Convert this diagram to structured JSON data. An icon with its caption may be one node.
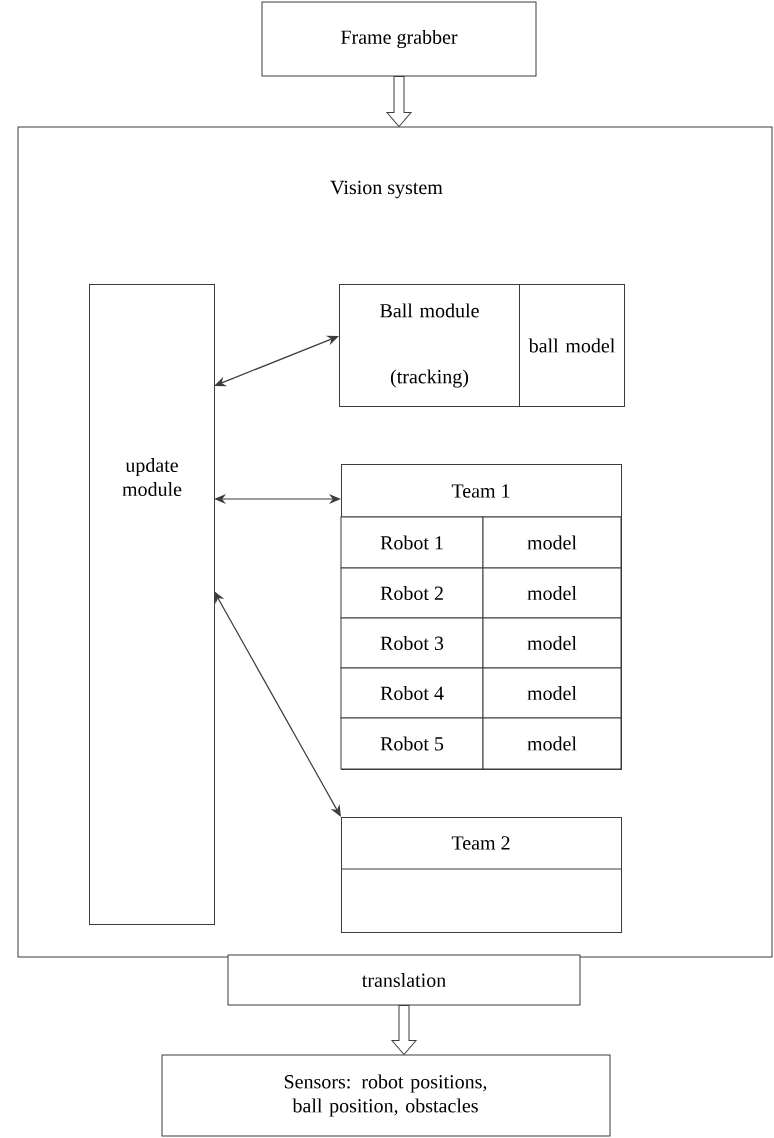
{
  "diagram": {
    "nodes": [
      {
        "text": [
          "Frame grabber"
        ]
      },
      {
        "text": [
          "Vision system"
        ]
      },
      {
        "text": [
          "update module"
        ],
        "in": 1
      },
      {
        "text": [
          "Ball module (tracking)"
        ],
        "in": 1
      },
      {
        "text": [
          "ball model"
        ],
        "in": 1
      },
      {
        "text": [
          "Team 1"
        ],
        "in": 1
      },
      {
        "text": [
          "Robot 1"
        ],
        "in": 5
      },
      {
        "text": [
          "model"
        ],
        "in": 5
      },
      {
        "text": [
          "Robot 2"
        ],
        "in": 5
      },
      {
        "text": [
          "model"
        ],
        "in": 5
      },
      {
        "text": [
          "Robot 3"
        ],
        "in": 5
      },
      {
        "text": [
          "model"
        ],
        "in": 5
      },
      {
        "text": [
          "Robot 4"
        ],
        "in": 5
      },
      {
        "text": [
          "model"
        ],
        "in": 5
      },
      {
        "text": [
          "Robot 5"
        ],
        "in": 5
      },
      {
        "text": [
          "model"
        ],
        "in": 5
      },
      {
        "text": [
          "Team 2"
        ],
        "in": 1
      },
      {
        "text": [
          "translation"
        ]
      },
      {
        "text": [
          "Sensors: robot positions, ball position, obstacles"
        ]
      }
    ],
    "edges": [
      {
        "from": 0,
        "to": 1,
        "arrow": "to",
        "style": "thick"
      },
      {
        "from": 2,
        "to": 3,
        "arrow": "both"
      },
      {
        "from": 2,
        "to": 5,
        "arrow": "both"
      },
      {
        "from": 2,
        "to": 16,
        "arrow": "both"
      },
      {
        "from": 17,
        "to": 18,
        "arrow": "to",
        "style": "thick"
      }
    ]
  }
}
